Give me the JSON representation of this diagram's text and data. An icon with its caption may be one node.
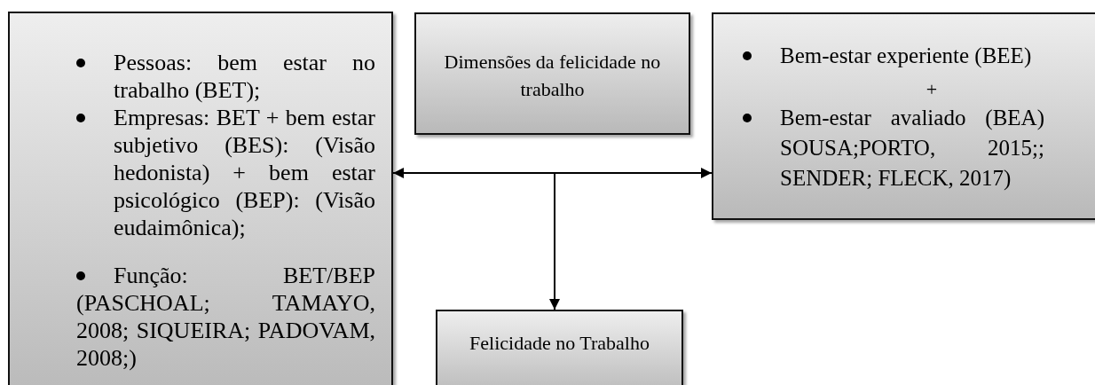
{
  "diagram": {
    "nodes": [
      {
        "text": [
          "Pessoas: bem estar no trabalho (BET);",
          "Empresas: BET + bem estar subjetivo (BES): (Visão hedonista) + bem estar psicológico (BEP): (Visão eudaimônica);",
          "Função: BET/BEP (PASCHOAL; TAMAYO, 2008; SIQUEIRA; PADOVAM, 2008;)"
        ]
      },
      {
        "text": [
          "Dimensões da felicidade no trabalho"
        ]
      },
      {
        "text": [
          "Bem-estar experiente (BEE)",
          "+",
          "Bem-estar avaliado (BEA) SOUSA;PORTO, 2015;; SENDER; FLECK, 2017)"
        ]
      },
      {
        "text": [
          "Felicidade no Trabalho"
        ]
      }
    ],
    "edges": [
      {
        "from": 0,
        "to": 2,
        "arrow": "both"
      },
      {
        "from": null,
        "to": 3,
        "arrow": "to"
      }
    ]
  }
}
